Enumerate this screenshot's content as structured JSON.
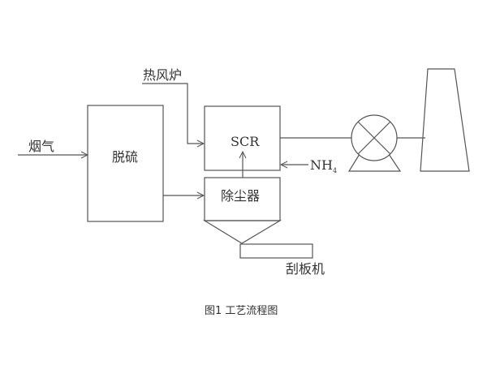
{
  "labels": {
    "flue_gas": "烟气",
    "desulfurization": "脱硫",
    "hot_air_furnace": "热风炉",
    "scr": "SCR",
    "nh": "NH",
    "nh_sub": "4",
    "dust_collector": "除尘器",
    "scraper": "刮板机"
  },
  "caption": "图1 工艺流程图",
  "colors": {
    "line": "#555555",
    "text": "#333333"
  }
}
